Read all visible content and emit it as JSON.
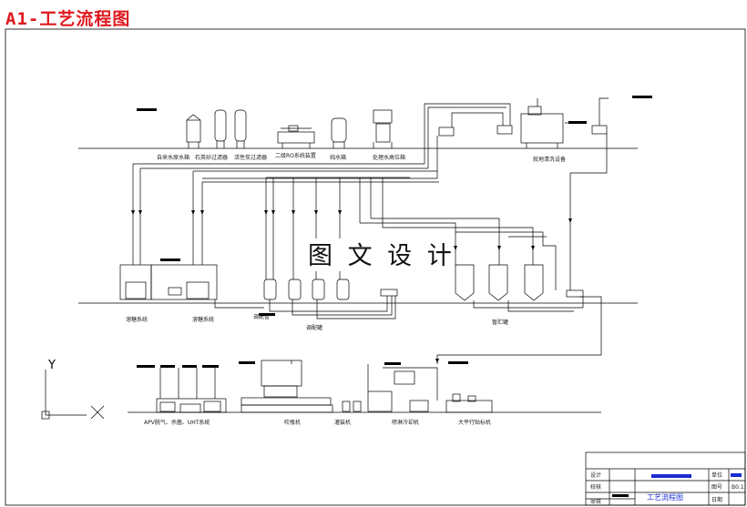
{
  "title": "A1-工艺流程图",
  "watermark": "图 文 设 计",
  "axis": {
    "y": "Y",
    "x": "X"
  },
  "labels": {
    "tap_water_tank": "自来水原水箱",
    "sand_filter": "石英砂过滤器",
    "carbon_filter": "活性炭过滤器",
    "ro_system": "二级RO系统装置",
    "clean_tank": "纯水箱",
    "treated_tank": "处理水高位箱",
    "cip_equipment": "就地清洗设备",
    "dissolve_system_1": "溶糖系统",
    "dissolve_system_2": "溶糖系统",
    "mix_pipe": "调配管",
    "mix_tank": "调配罐",
    "storage_tank": "暂贮罐",
    "apv_system": "APV脱气、杀菌、UHT系统",
    "bottle_blower": "吹瓶机",
    "filler": "灌装机",
    "spray_cooler": "喷淋冷却机",
    "labeler": "大平行贴标机"
  },
  "title_block": {
    "designer": "设计",
    "checker": "校核",
    "reviewer": "审核",
    "unit": "单位",
    "drawing_no": "图号",
    "drawing_no_value": "B0.1",
    "date": "日期",
    "drawing_name": "工艺流程图"
  },
  "colors": {
    "title": "#e0181e",
    "line": "#000000",
    "name_bar": "#1a2bd0"
  }
}
